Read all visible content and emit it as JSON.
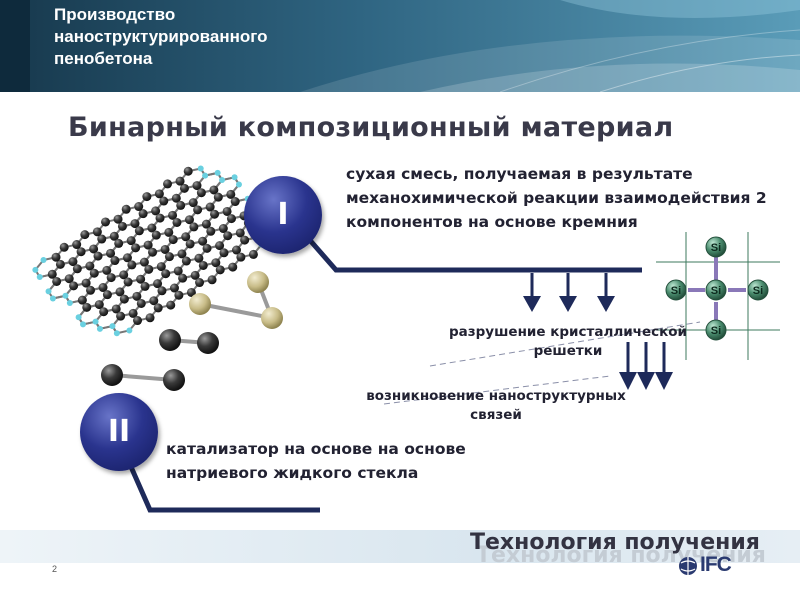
{
  "header": {
    "title_lines": [
      "Производство",
      "наноструктурированного",
      "пенобетона"
    ],
    "background_colors": [
      "#1d3a50",
      "#4d8fad"
    ]
  },
  "slide_title": "Бинарный композиционный материал",
  "component_1": {
    "badge": "I",
    "description": "сухая смесь, получаемая в результате механохимической реакции взаимодействия 2 компонентов на основе кремния"
  },
  "component_2": {
    "badge": "II",
    "description": "катализатор на основе на основе натриевого жидкого стекла"
  },
  "process": {
    "step_1": "разрушение кристаллической решетки",
    "step_2": "возникновение наноструктурных связей"
  },
  "lattice": {
    "atom_label": "Si"
  },
  "footer": {
    "title": "Технология получения",
    "page_number": "2",
    "logo_text": "IFC"
  },
  "colors": {
    "badge": "#1e2870",
    "accent_line": "#1e2a5a",
    "arrow": "#1e2a5a",
    "si_atom": "#4a8c6e",
    "molecule_atom": "#1a1a1a",
    "hydrogen": "#6ad0e0",
    "tan_atom": "#c8bc88"
  }
}
